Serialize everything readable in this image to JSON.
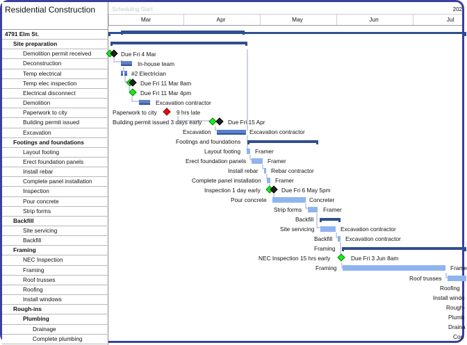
{
  "project": {
    "title": "Residential Construction"
  },
  "timescale": {
    "scheduling_start_label": "Scheduling Start",
    "year_label": "202",
    "months": [
      "Mar",
      "Apr",
      "May",
      "Jun",
      "Jul"
    ]
  },
  "tasks": [
    {
      "name": "4791 Elm St.",
      "level": 0,
      "bold": true
    },
    {
      "name": "Site preparation",
      "level": 1,
      "bold": true
    },
    {
      "name": "Demolition permit received",
      "level": 2
    },
    {
      "name": "Deconstruction",
      "level": 2
    },
    {
      "name": "Temp electrical",
      "level": 2
    },
    {
      "name": "Temp elec inspection",
      "level": 2
    },
    {
      "name": "Electrical disconnect",
      "level": 2
    },
    {
      "name": "Demolition",
      "level": 2
    },
    {
      "name": "Paperwork to city",
      "level": 2
    },
    {
      "name": "Building permit issued",
      "level": 2
    },
    {
      "name": "Excavation",
      "level": 2
    },
    {
      "name": "Footings and foundations",
      "level": 1,
      "bold": true
    },
    {
      "name": "Layout footing",
      "level": 2
    },
    {
      "name": "Erect foundation panels",
      "level": 2
    },
    {
      "name": "Install rebar",
      "level": 2
    },
    {
      "name": "Complete panel installation",
      "level": 2
    },
    {
      "name": "Inspection",
      "level": 2
    },
    {
      "name": "Pour concrete",
      "level": 2
    },
    {
      "name": "Strip forms",
      "level": 2
    },
    {
      "name": "Backfill",
      "level": 1,
      "bold": true
    },
    {
      "name": "Site servicing",
      "level": 2
    },
    {
      "name": "Backfill",
      "level": 2
    },
    {
      "name": "Framing",
      "level": 1,
      "bold": true
    },
    {
      "name": "NEC Inspection",
      "level": 2
    },
    {
      "name": "Framing",
      "level": 2
    },
    {
      "name": "Roof trusses",
      "level": 2
    },
    {
      "name": "Roofing",
      "level": 2
    },
    {
      "name": "Install windows",
      "level": 2
    },
    {
      "name": "Rough-ins",
      "level": 1,
      "bold": true
    },
    {
      "name": "Plumbing",
      "level": 2,
      "bold": true
    },
    {
      "name": "Drainage",
      "level": 3
    },
    {
      "name": "Complete plumbing",
      "level": 3
    }
  ],
  "gantt": {
    "labels": {
      "demo_permit_due": "Due Fri 4 Mar",
      "deconstruction_resource": "In-house team",
      "temp_elec_resource": "#2 Electrician",
      "temp_elec_insp_due": "Due Fri 11 Mar 8am",
      "elec_disconnect_due": "Due Fri 11 Mar 4pm",
      "demolition_resource": "Excavation contractor",
      "paperwork_name": "Paperwork to city",
      "paperwork_late": "9 hrs late",
      "permit_name": "Building permit issued 3 days early",
      "permit_due": "Due Fri 15 Apr",
      "excavation_name": "Excavation",
      "excavation_resource": "Excavation contractor",
      "footings_name": "Footings and foundations",
      "layout_name": "Layout footing",
      "layout_resource": "Framer",
      "erect_name": "Erect foundation panels",
      "erect_resource": "Framer",
      "rebar_name": "Install rebar",
      "rebar_resource": "Rebar contractor",
      "panel_name": "Complete panel installation",
      "panel_resource": "Framer",
      "inspection_name": "Inspection 1 day early",
      "inspection_due": "Due Fri 6 May 5pm",
      "pour_name": "Pour concrete",
      "pour_resource": "Concreter",
      "strip_name": "Strip forms",
      "strip_resource": "Framer",
      "backfill_group_name": "Backfill",
      "site_serv_name": "Site servicing",
      "site_serv_resource": "Excavation contractor",
      "backfill_name": "Backfill",
      "backfill_resource": "Excavation contractor",
      "framing_group_name": "Framing",
      "nec_name": "NEC Inspection 15 hrs early",
      "nec_due": "Due Fri 3 Jun 8am",
      "framing_name": "Framing",
      "framing_resource": "Frame",
      "roof_trusses_name": "Roof trusses",
      "roofing_name": "Roofing",
      "windows_name": "Install windo",
      "roughins_name": "Rough-",
      "plumbing_name": "Plumb",
      "drainage_name": "Draina",
      "complete_plumbing_name": "Con"
    }
  },
  "colors": {
    "frame_border": "#3a3fa0",
    "task_bar": "#5c80cc",
    "task_bar_light": "#8fb4f0",
    "summary_bar": "#2f4f8f",
    "milestone_ok": "#1fe81f",
    "milestone_due": "#222222",
    "milestone_late": "#e01010"
  }
}
